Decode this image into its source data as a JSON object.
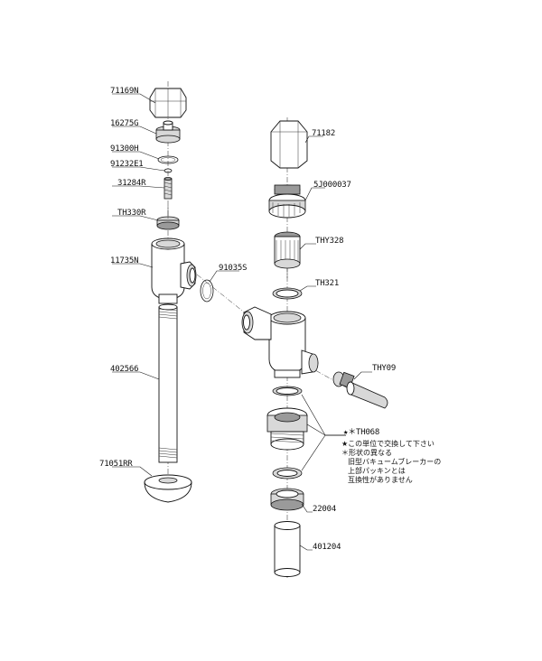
{
  "parts": {
    "p71169N": "71169N",
    "p16275G": "16275G",
    "p91300H": "91300H",
    "p91232E1": "91232E1",
    "p31284R": "31284R",
    "pTH330R": "TH330R",
    "p11735N": "11735N",
    "p91035S": "91035S",
    "p402566": "402566",
    "p71051RR": "71051RR",
    "p71182": "71182",
    "p5J000037": "5J000037",
    "pTHY328": "THY328",
    "pTH321": "TH321",
    "pTHY09": "THY09",
    "pTH068": "★＊TH068",
    "p22004": "22004",
    "p401204": "401204"
  },
  "notes": {
    "line1": "★この単位で交換して下さい",
    "line2": "＊形状の異なる",
    "line3": "旧型バキュームブレーカーの",
    "line4": "上部パッキンとは",
    "line5": "互換性がありません"
  }
}
